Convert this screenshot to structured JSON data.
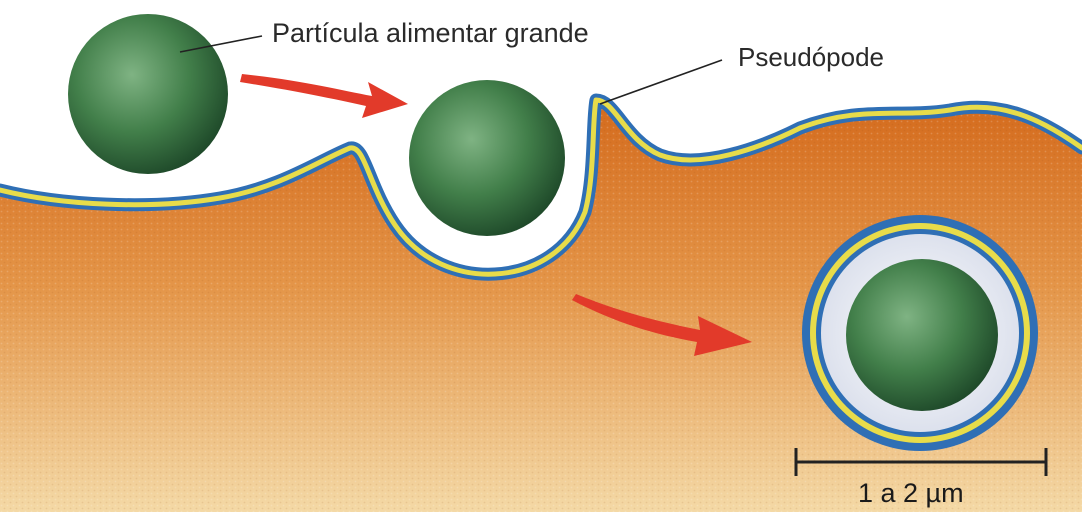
{
  "labels": {
    "particle": "Partícula alimentar grande",
    "pseudopod": "Pseudópode",
    "scale": "1 a 2 µm"
  },
  "colors": {
    "cytoplasm_top": "#d46a1c",
    "cytoplasm_bottom": "#f4d9a6",
    "membrane_outer": "#2f6fb5",
    "membrane_inner": "#e8dc4a",
    "particle": "#3d7a45",
    "vacuole_fill": "#e9edf6",
    "arrow": "#e23a2a"
  },
  "icons": [
    "arrow-icon",
    "arrow-icon"
  ]
}
